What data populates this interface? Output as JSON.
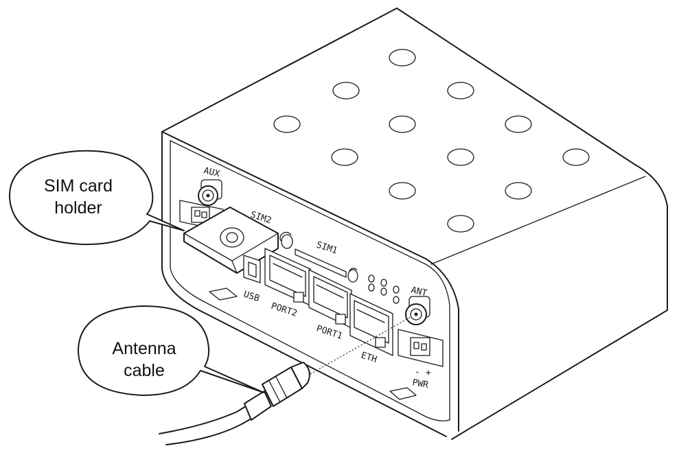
{
  "callouts": {
    "sim_holder": {
      "line1": "SIM card",
      "line2": "holder"
    },
    "antenna_cable": {
      "line1": "Antenna",
      "line2": "cable"
    }
  },
  "labels": {
    "aux": "AUX",
    "sim2": "SIM2",
    "sim1": "SIM1",
    "usb": "USB",
    "port2": "PORT2",
    "port1": "PORT1",
    "eth": "ETH",
    "ant": "ANT",
    "pwr_minus": "-",
    "pwr_plus": "+",
    "pwr": "PWR"
  },
  "colors": {
    "line": "#1a1a1a",
    "background": "#ffffff"
  },
  "icons": [
    "sma-connector-icon",
    "led-indicator-icon",
    "rj45-port-icon",
    "power-terminal-icon"
  ]
}
